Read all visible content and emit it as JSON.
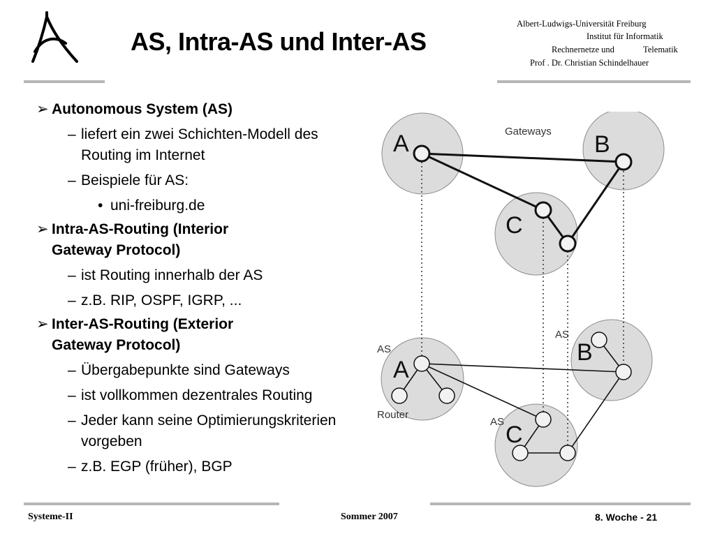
{
  "header": {
    "title": "AS, Intra-AS und Inter-AS",
    "institution": [
      "Albert-Ludwigs-Universität Freiburg",
      "Institut für Informatik",
      "Rechnernetze und",
      "Telematik",
      "Prof . Dr. Christian Schindelhauer"
    ]
  },
  "content": {
    "b1": "Autonomous System (AS)",
    "b1_s1": "liefert ein zwei Schichten-Modell des Routing im Internet",
    "b1_s2": "Beispiele für AS:",
    "b1_s2_s1": "uni-freiburg.de",
    "b2_l1": "Intra-AS-Routing (Interior",
    "b2_l2": "Gateway Protocol)",
    "b2_s1": "ist Routing innerhalb der AS",
    "b2_s2": "z.B. RIP, OSPF, IGRP, ...",
    "b3_l1": "Inter-AS-Routing (Exterior",
    "b3_l2": "Gateway Protocol)",
    "b3_s1": "Übergabepunkte sind Gateways",
    "b3_s2": "ist vollkommen dezentrales Routing",
    "b3_s3": "Jeder kann seine Optimierungskriterien vorgeben",
    "b3_s4": "z.B. EGP (früher), BGP",
    "arrow_glyph": "➢",
    "dash_glyph": "–",
    "dot_glyph": "•"
  },
  "diagram": {
    "gateways_label": "Gateways",
    "as_label": "AS",
    "router_label": "Router",
    "as_names": [
      "A",
      "B",
      "C"
    ]
  },
  "footer": {
    "left": "Systeme-II",
    "center": "Sommer 2007",
    "right": "8. Woche - 21"
  },
  "colors": {
    "divider": "#b6b6b6",
    "as_fill": "#dcdcdc",
    "as_stroke": "#8c8c8c",
    "node_fill": "#f2f2f2",
    "line": "#111111"
  }
}
